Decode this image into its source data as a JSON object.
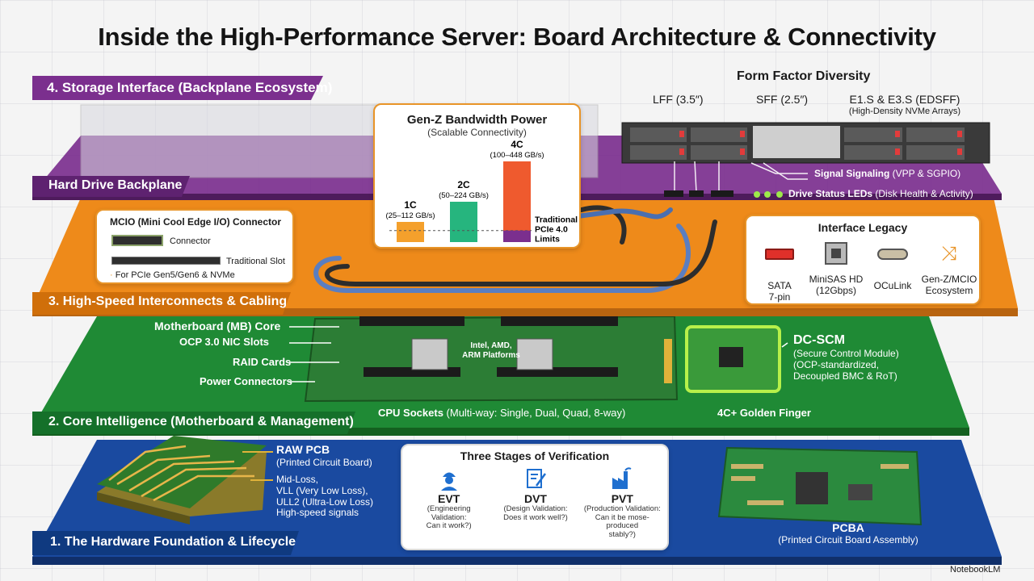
{
  "title": "Inside the High-Performance Server: Board Architecture & Connectivity",
  "layers": {
    "storage": {
      "label": "4. Storage Interface (Backplane Ecosystem)",
      "backplane_label": "Hard Drive Backplane"
    },
    "interconnect": {
      "label": "3. High-Speed Interconnects & Cabling"
    },
    "core": {
      "label": "2. Core Intelligence (Motherboard & Management)"
    },
    "foundation": {
      "label": "1. The Hardware Foundation & Lifecycle"
    }
  },
  "form_factor": {
    "heading": "Form Factor Diversity",
    "lff": "LFF (3.5″)",
    "sff": "SFF (2.5″)",
    "edsff": "E1.S & E3.S (EDSFF)",
    "edsff_sub": "(High-Density NVMe Arrays)",
    "signal_bold": "Signal Signaling",
    "signal_rest": " (VPP & SGPIO)",
    "leds_bold": "Drive Status LEDs",
    "leds_rest": " (Disk Health & Activity)"
  },
  "genz": {
    "title": "Gen-Z Bandwidth Power",
    "subtitle": "(Scalable Connectivity)",
    "limit_label": "Traditional PCIe 4.0 Limits",
    "bars": [
      {
        "name": "1C",
        "range": "(25–112 GB/s)",
        "value": 112,
        "color": "#f4a02c"
      },
      {
        "name": "2C",
        "range": "(50–224 GB/s)",
        "value": 224,
        "color": "#26b57e"
      },
      {
        "name": "4C",
        "range": "(100–448 GB/s)",
        "value": 448,
        "color": "#ef5a2e"
      }
    ],
    "limit_value": 64
  },
  "mcio": {
    "title": "MCIO (Mini Cool Edge I/O) Connector",
    "connector": "Connector",
    "slot": "Traditional Slot",
    "note": "For PCIe Gen5/Gen6 & NVMe"
  },
  "interface_legacy": {
    "title": "Interface Legacy",
    "items": [
      {
        "label": "SATA\n7-pin",
        "icon": "sata-icon"
      },
      {
        "label": "MiniSAS HD\n(12Gbps)",
        "icon": "minisas-icon"
      },
      {
        "label": "OCuLink",
        "icon": "oculink-icon"
      },
      {
        "label": "Gen-Z/MCIO\nEcosystem",
        "icon": "shuffle-icon"
      }
    ]
  },
  "core": {
    "mb_core": "Motherboard (MB) Core",
    "ocp": "OCP 3.0 NIC Slots",
    "raid": "RAID Cards",
    "power": "Power Connectors",
    "platforms": "Intel, AMD,\nARM Platforms",
    "cpu_bold": "CPU Sockets",
    "cpu_rest": " (Multi-way: Single, Dual, Quad, 8-way)",
    "golden": "4C+ Golden Finger",
    "dcscm_title": "DC-SCM",
    "dcscm_sub": "(Secure Control Module)\n(OCP-standardized,\nDecoupled BMC & RoT)"
  },
  "foundation": {
    "raw_pcb": "RAW PCB",
    "raw_pcb_sub": "(Printed Circuit Board)",
    "loss": "Mid-Loss,\nVLL (Very Low Loss),\nULL2 (Ultra-Low Loss)\nHigh-speed signals",
    "verification_title": "Three Stages of Verification",
    "stages": [
      {
        "name": "EVT",
        "desc": "(Engineering\nValidation:\nCan it work?)",
        "icon": "engineer-icon"
      },
      {
        "name": "DVT",
        "desc": "(Design Validation:\nDoes it work well?)",
        "icon": "design-doc-icon"
      },
      {
        "name": "PVT",
        "desc": "(Production Validation:\nCan it be mose-produced\nstably?)",
        "icon": "factory-icon"
      }
    ],
    "pcba": "PCBA",
    "pcba_sub": "(Printed Circuit Board Assembly)"
  },
  "brand": "NotebookLM",
  "colors": {
    "storage": "#7b2f8e",
    "interconnect": "#ee8a1a",
    "core": "#1f8a35",
    "foundation": "#17479a"
  }
}
